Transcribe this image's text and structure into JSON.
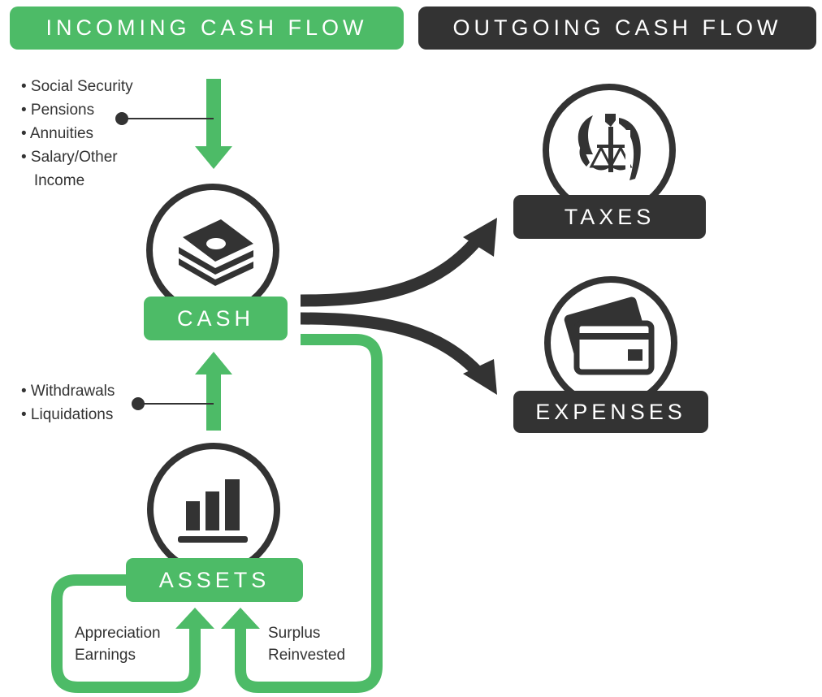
{
  "headers": {
    "incoming": "INCOMING CASH FLOW",
    "outgoing": "OUTGOING CASH FLOW"
  },
  "nodes": {
    "cash": "CASH",
    "assets": "ASSETS",
    "taxes": "TAXES",
    "expenses": "EXPENSES"
  },
  "income_sources": [
    "• Social Security",
    "• Pensions",
    "• Annuities",
    "• Salary/Other",
    "   Income"
  ],
  "asset_sources": [
    "• Withdrawals",
    "• Liquidations"
  ],
  "loop_labels": {
    "appreciation": [
      "Appreciation",
      "Earnings"
    ],
    "surplus": [
      "Surplus",
      "Reinvested"
    ]
  },
  "colors": {
    "green": "#4dbb67",
    "dark": "#333333"
  },
  "icons": {
    "cash": "money-stack-icon",
    "assets": "bar-chart-icon",
    "taxes": "irs-eagle-icon",
    "expenses": "credit-card-icon"
  }
}
